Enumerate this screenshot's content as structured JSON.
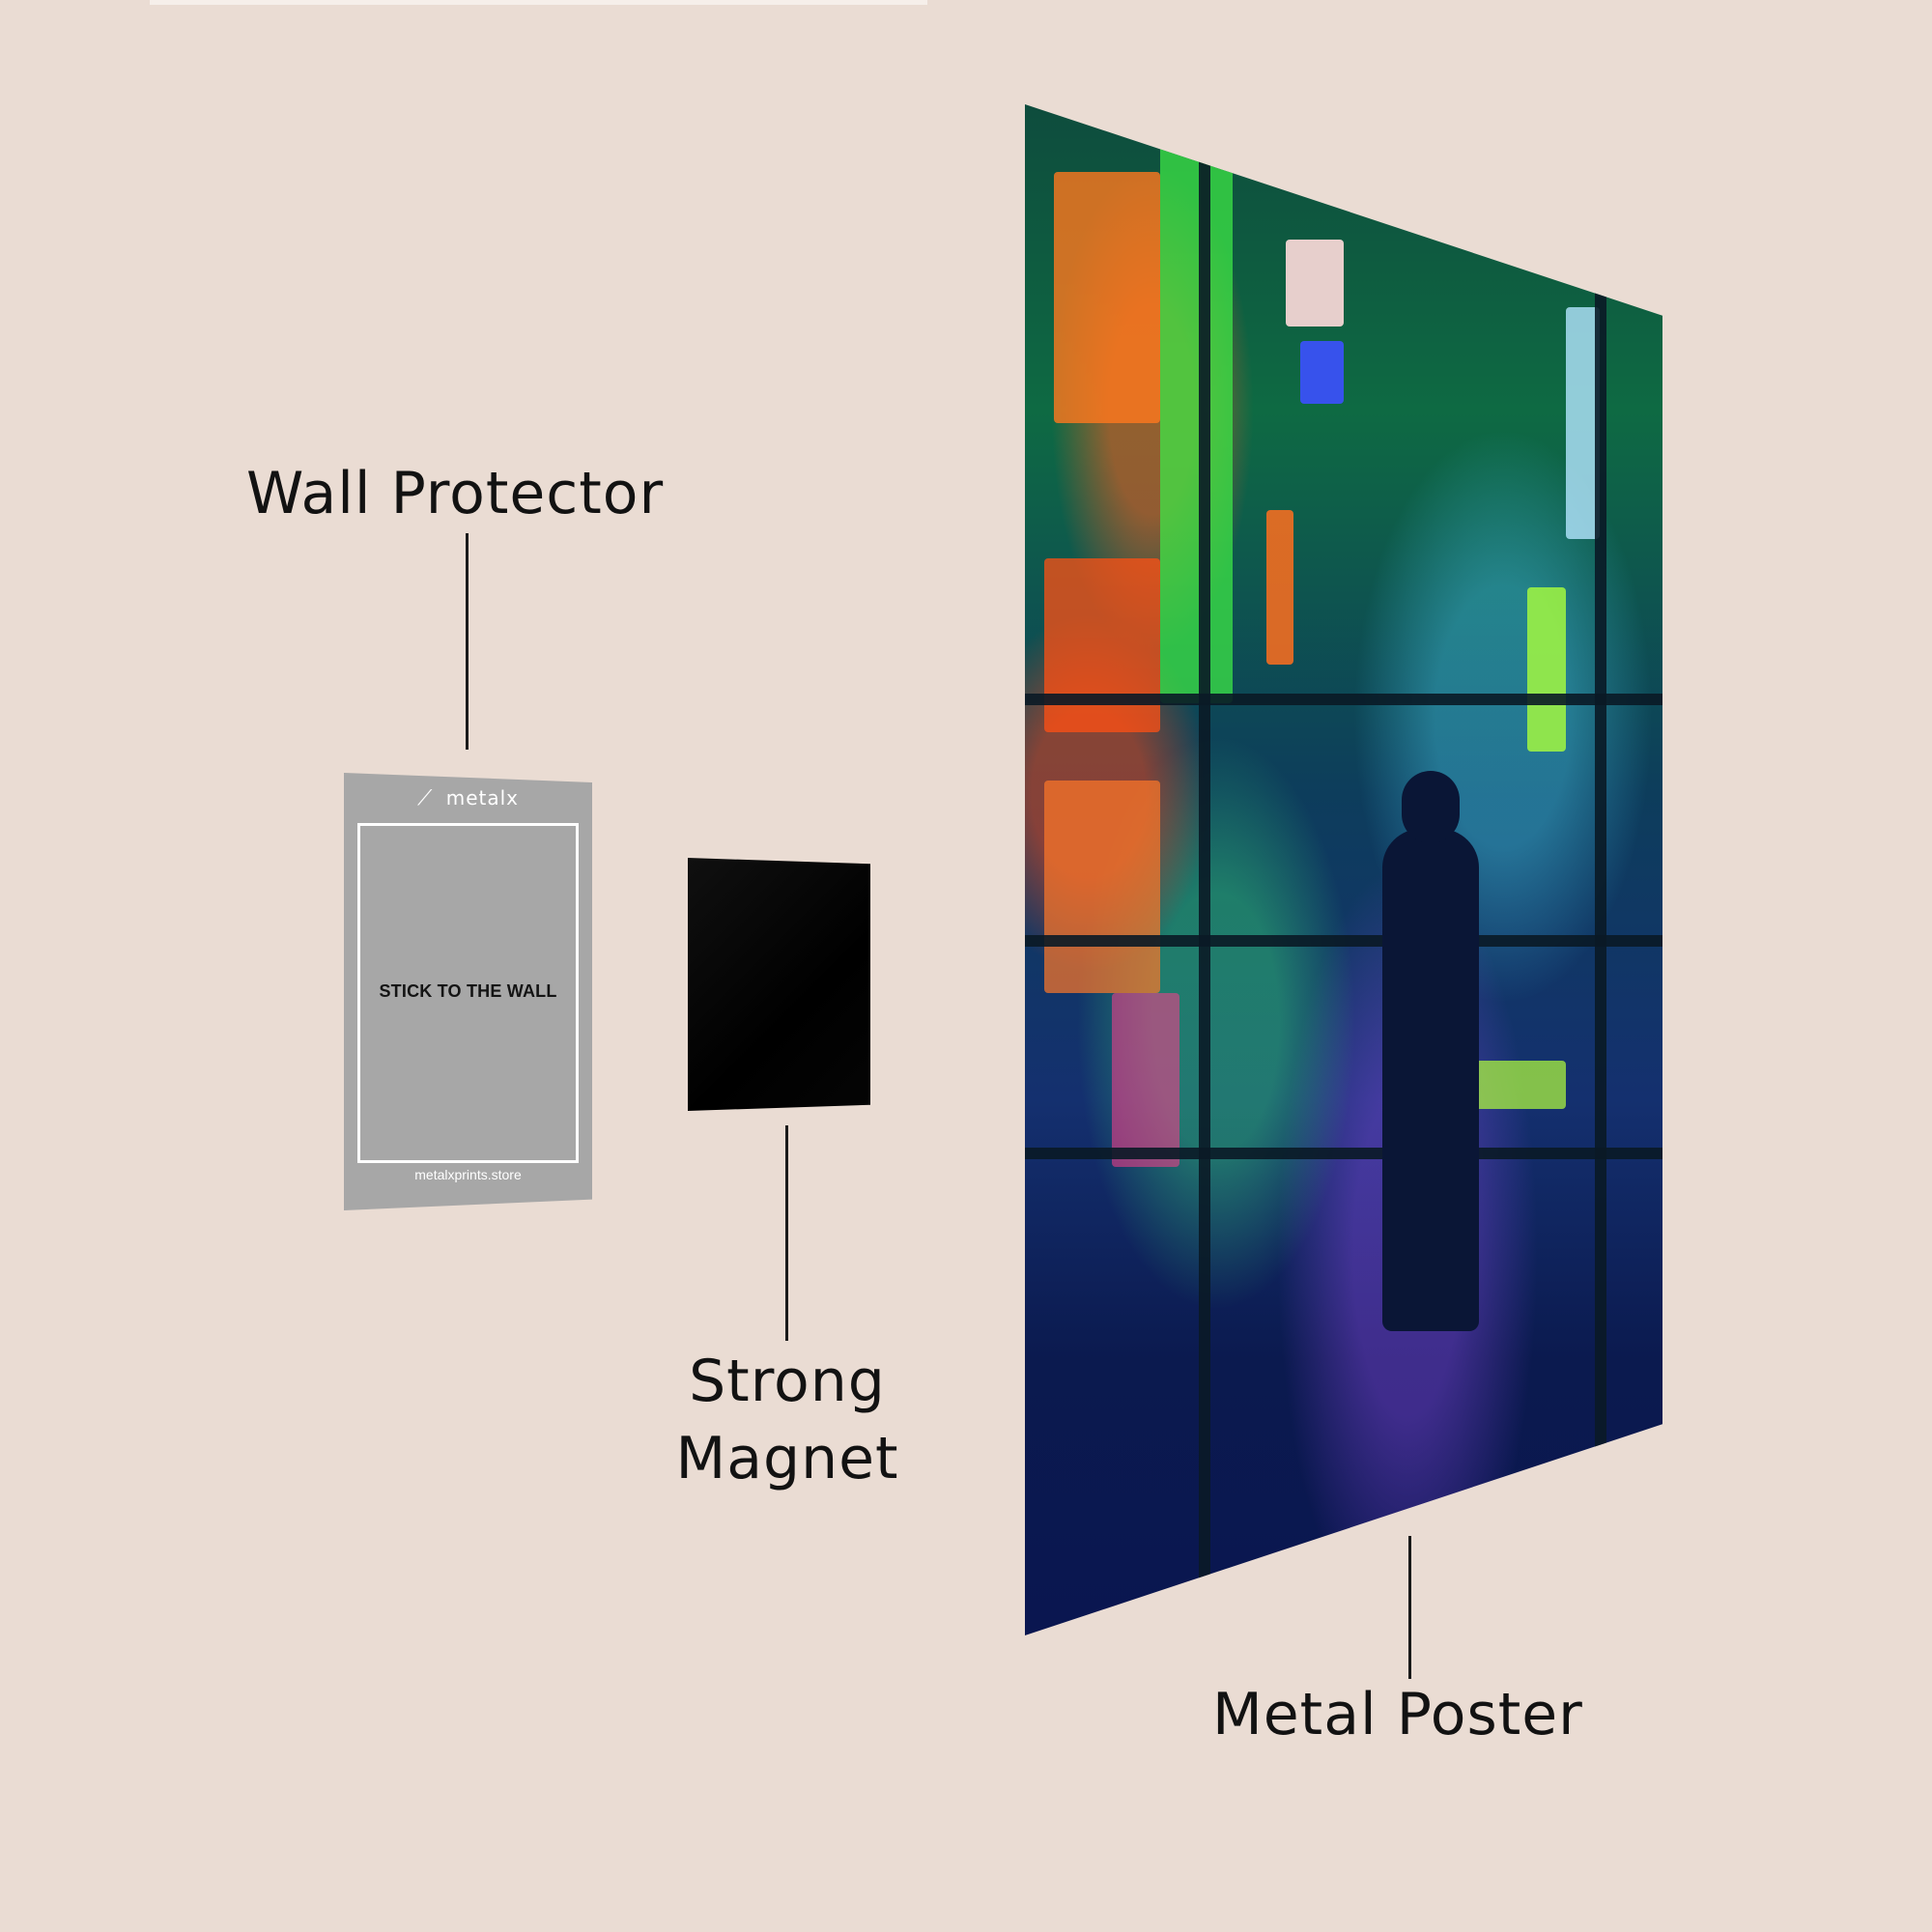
{
  "labels": {
    "wall_protector": "Wall Protector",
    "strong_magnet": "Strong Magnet",
    "metal_poster": "Metal Poster"
  },
  "wall_protector": {
    "logo_text": "metalx",
    "logo_mark": "⟋",
    "instruction": "STICK TO THE WALL",
    "url": "metalxprints.store"
  },
  "colors": {
    "background": "#EADCD3",
    "protector": "#A7A7A7",
    "magnet": "#000000"
  },
  "icons": {
    "logo_mark": "metalx-logo-icon"
  }
}
